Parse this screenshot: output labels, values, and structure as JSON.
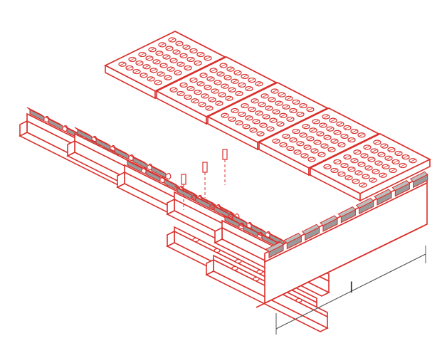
{
  "colors": {
    "stroke": "#d9302c",
    "pad": "#9a9a9a",
    "padLight": "#bdbdbd",
    "background": "#ffffff",
    "dimension": "#555555"
  },
  "dimension": {
    "label": "l"
  },
  "panels": {
    "count": 5,
    "hole_grid": "6x6"
  },
  "beams": {
    "count": 6
  }
}
